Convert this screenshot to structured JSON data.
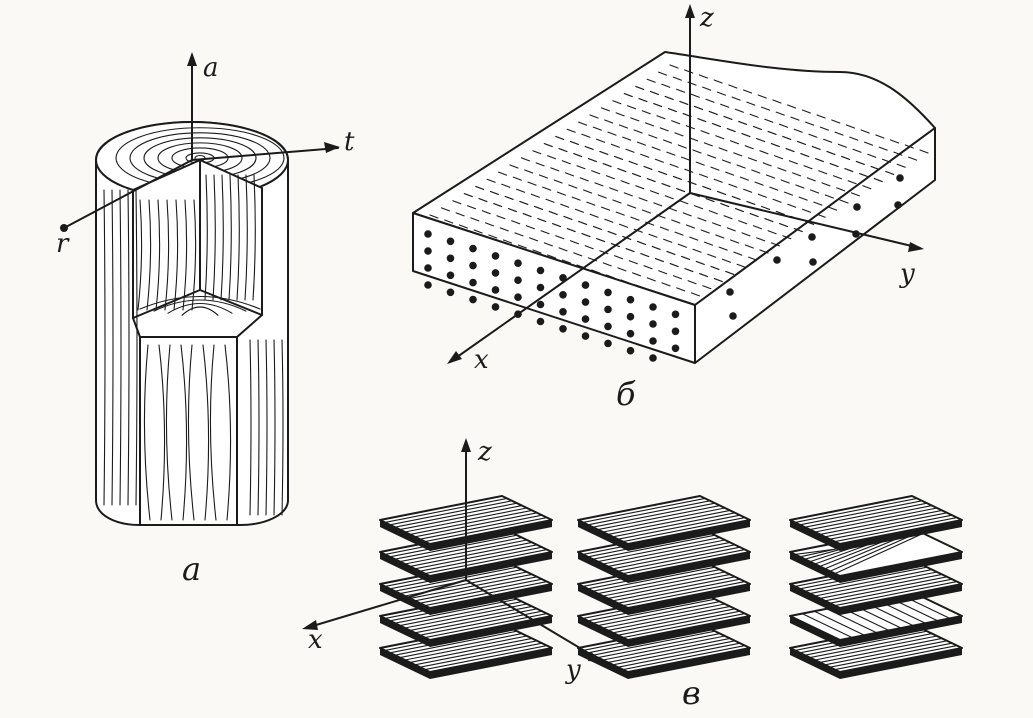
{
  "figure": {
    "panel_a": {
      "caption": "а",
      "axes": {
        "longitudinal": "a",
        "tangential": "t",
        "radial": "r"
      }
    },
    "panel_b": {
      "caption": "б",
      "axes": {
        "x": "x",
        "y": "y",
        "z": "z"
      }
    },
    "panel_c": {
      "caption": "в",
      "axes": {
        "x": "x",
        "y": "y",
        "z": "z"
      }
    }
  },
  "colors": {
    "ink": "#1b1b1b",
    "paper": "#faf9f5",
    "face": "#ffffff"
  }
}
